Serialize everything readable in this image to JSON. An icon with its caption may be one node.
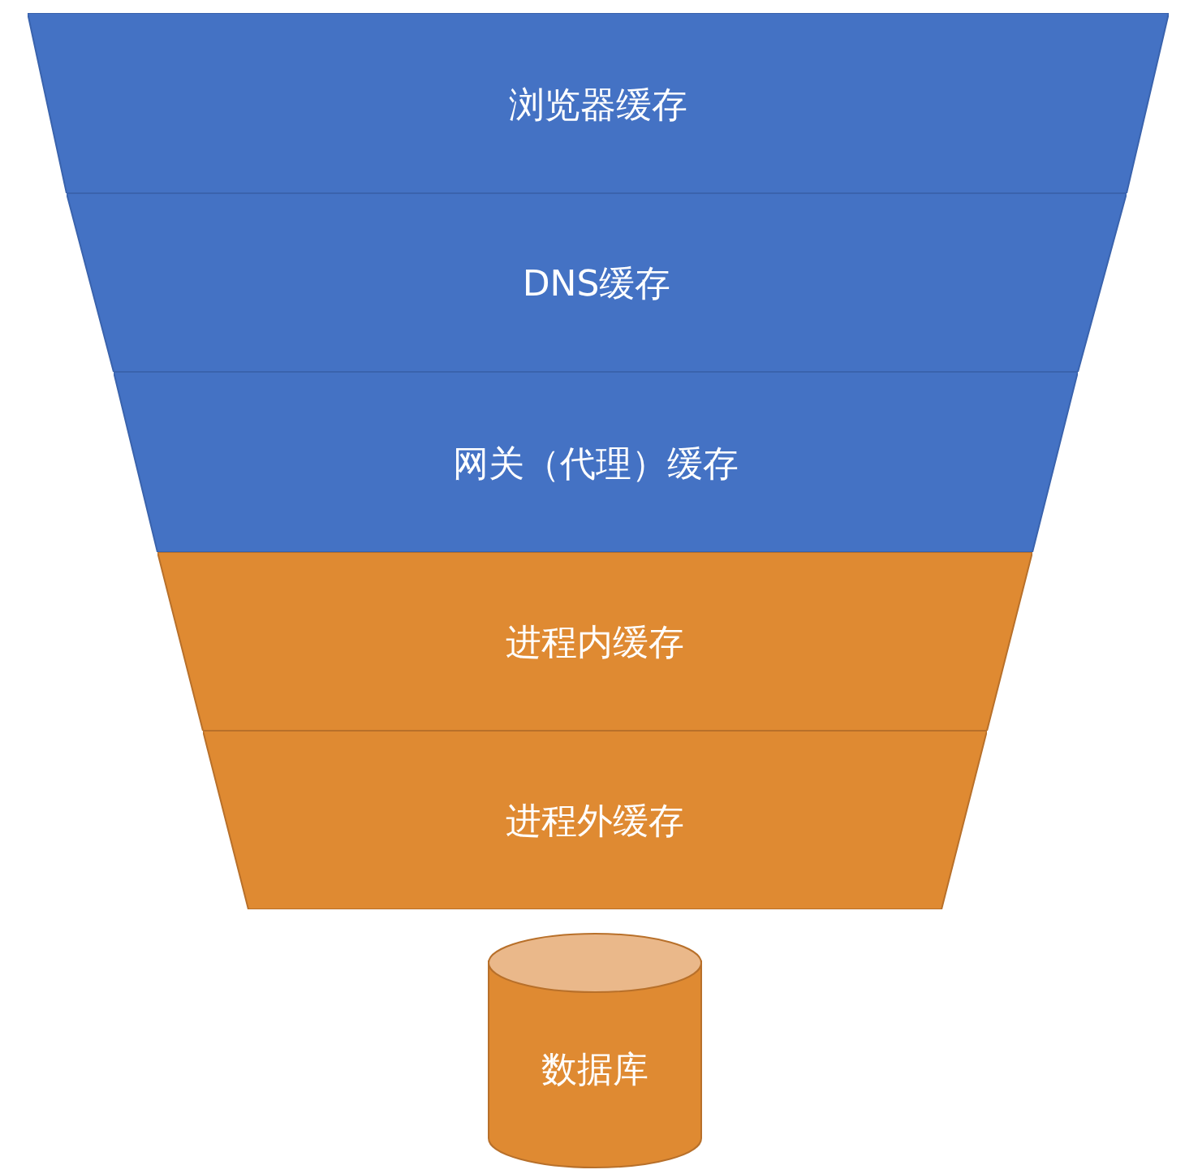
{
  "diagram": {
    "nodes": [
      {
        "text": [
          "浏览器缓存"
        ]
      },
      {
        "text": [
          "DNS缓存"
        ]
      },
      {
        "text": [
          "网关（代理）缓存"
        ]
      },
      {
        "text": [
          "进程内缓存"
        ]
      },
      {
        "text": [
          "进程外缓存"
        ]
      },
      {
        "text": [
          "数据库"
        ]
      }
    ]
  }
}
